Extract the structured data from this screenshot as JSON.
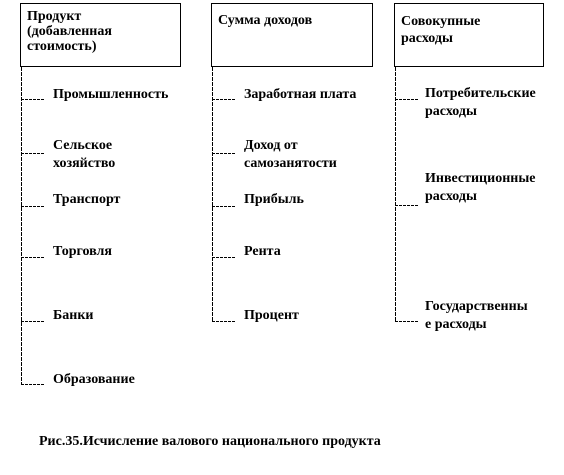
{
  "columns": [
    {
      "title": [
        "Продукт",
        "(добавленная",
        "стоимость)"
      ],
      "items": [
        [
          "Промышленность"
        ],
        [
          "Сельское",
          "хозяйство"
        ],
        [
          "Транспорт"
        ],
        [
          "Торговля"
        ],
        [
          "Банки"
        ],
        [
          "Образование"
        ]
      ]
    },
    {
      "title": [
        "Сумма доходов"
      ],
      "items": [
        [
          "Заработная плата"
        ],
        [
          "Доход от",
          "самозанятости"
        ],
        [
          "Прибыль"
        ],
        [
          "Рента"
        ],
        [
          "Процент"
        ]
      ]
    },
    {
      "title": [
        "Совокупные",
        "расходы"
      ],
      "items": [
        [
          "Потребительские",
          "расходы"
        ],
        [
          "Инвестиционные",
          "расходы"
        ],
        [
          "Государственны",
          "е расходы"
        ]
      ]
    }
  ],
  "caption": "Рис.35.Исчисление валового национального продукта"
}
